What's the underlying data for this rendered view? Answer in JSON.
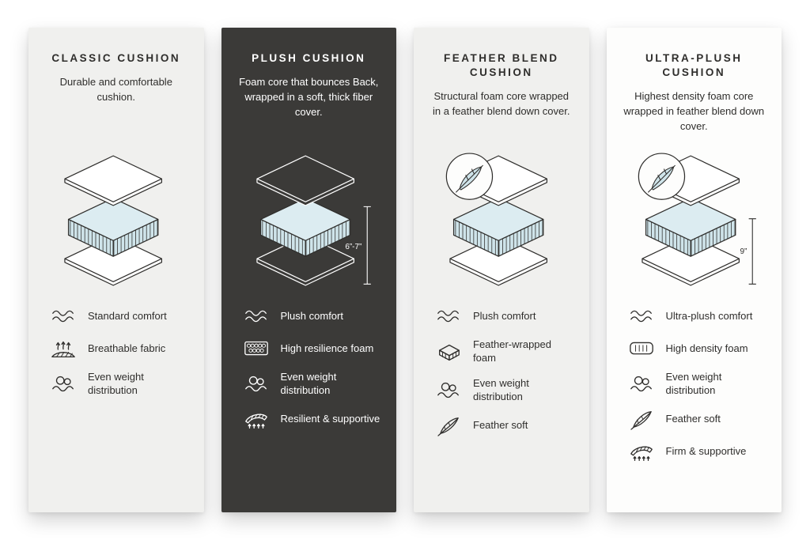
{
  "colors": {
    "card_light": "#f0f0ee",
    "card_dark": "#3b3a38",
    "card_white": "#fdfdfc",
    "text_dark": "#2f2e2c",
    "text_light": "#ffffff",
    "foam_blue": "#cfe4ea",
    "foam_blue_top": "#dcecf1"
  },
  "cards": [
    {
      "title": "CLASSIC CUSHION",
      "description": "Durable and comfortable cushion.",
      "features": [
        {
          "icon": "wave-comfort-icon",
          "label": "Standard comfort"
        },
        {
          "icon": "breathable-fabric-icon",
          "label": "Breathable fabric"
        },
        {
          "icon": "weight-distribution-icon",
          "label": "Even weight distribution"
        }
      ]
    },
    {
      "title": "PLUSH CUSHION",
      "description": "Foam core that bounces Back, wrapped in a soft, thick fiber cover.",
      "dimension_label": "6”-7”",
      "features": [
        {
          "icon": "wave-comfort-icon",
          "label": "Plush comfort"
        },
        {
          "icon": "honeycomb-foam-icon",
          "label": "High resilience foam"
        },
        {
          "icon": "weight-distribution-icon",
          "label": "Even weight distribution"
        },
        {
          "icon": "spring-support-icon",
          "label": "Resilient & supportive"
        }
      ]
    },
    {
      "title": "FEATHER BLEND CUSHION",
      "description": "Structural foam core wrapped in a feather blend down cover.",
      "badge_icon": "feather-badge-icon",
      "features": [
        {
          "icon": "wave-comfort-icon",
          "label": "Plush comfort"
        },
        {
          "icon": "feather-wrapped-foam-icon",
          "label": "Feather-wrapped foam"
        },
        {
          "icon": "weight-distribution-icon",
          "label": "Even weight distribution"
        },
        {
          "icon": "feather-icon",
          "label": "Feather soft"
        }
      ]
    },
    {
      "title": "ULTRA-PLUSH CUSHION",
      "description": "Highest density foam core wrapped in feather blend down cover.",
      "badge_icon": "feather-badge-icon",
      "dimension_label": "9”",
      "features": [
        {
          "icon": "wave-comfort-icon",
          "label": "Ultra-plush comfort"
        },
        {
          "icon": "high-density-foam-icon",
          "label": "High density foam"
        },
        {
          "icon": "weight-distribution-icon",
          "label": "Even weight distribution"
        },
        {
          "icon": "feather-icon",
          "label": "Feather soft"
        },
        {
          "icon": "spring-support-icon",
          "label": "Firm & supportive"
        }
      ]
    }
  ]
}
